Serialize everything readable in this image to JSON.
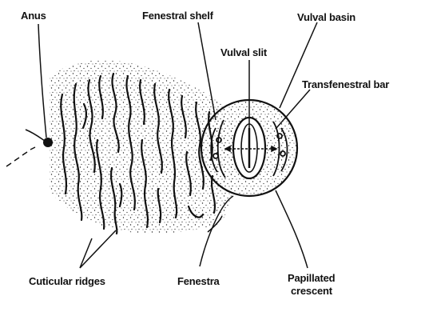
{
  "labels": {
    "anus": "Anus",
    "fenestral_shelf": "Fenestral shelf",
    "vulval_basin": "Vulval basin",
    "vulval_slit": "Vulval slit",
    "transfenestral_bar": "Transfenestral bar",
    "cuticular_ridges": "Cuticular ridges",
    "fenestra": "Fenestra",
    "papillated_crescent_line1": "Papillated",
    "papillated_crescent_line2": "crescent"
  },
  "colors": {
    "ink": "#111111",
    "background": "#ffffff"
  }
}
